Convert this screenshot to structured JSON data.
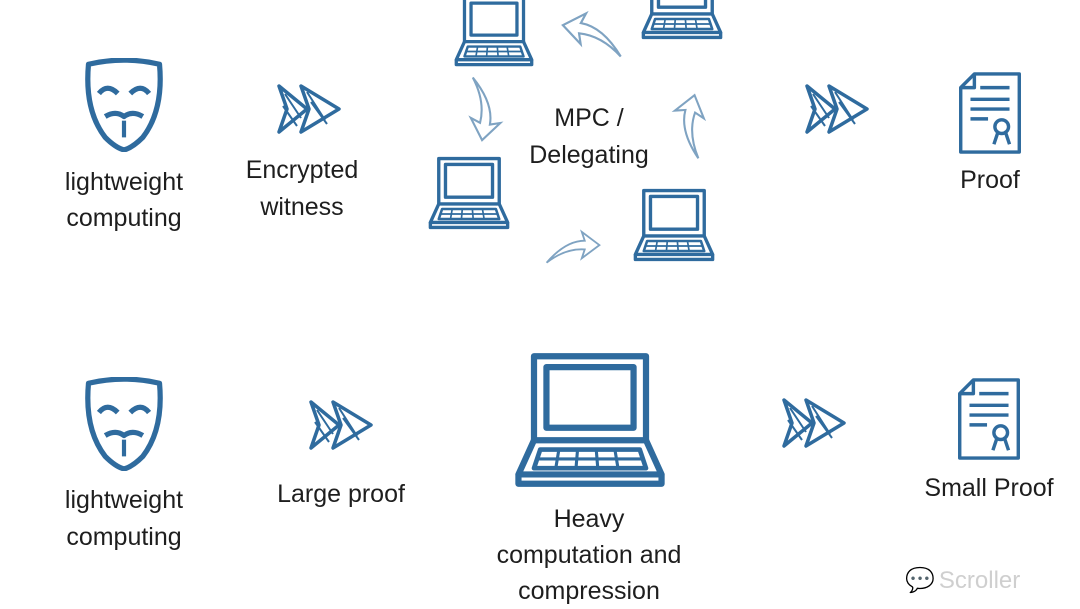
{
  "colors": {
    "icon_blue": "#2f6b9e",
    "text": "#1e1e1e"
  },
  "top_row": {
    "user_label": [
      "lightweight",
      "computing"
    ],
    "arrow1_label": [
      "Encrypted",
      "witness"
    ],
    "center_label": [
      "MPC /",
      "Delegating"
    ],
    "result_label": "Proof"
  },
  "bottom_row": {
    "user_label": [
      "lightweight",
      "computing"
    ],
    "arrow1_label": "Large proof",
    "center_label": [
      "Heavy",
      "computation and",
      "compression"
    ],
    "result_label": "Small Proof"
  },
  "watermark": "Scroller"
}
